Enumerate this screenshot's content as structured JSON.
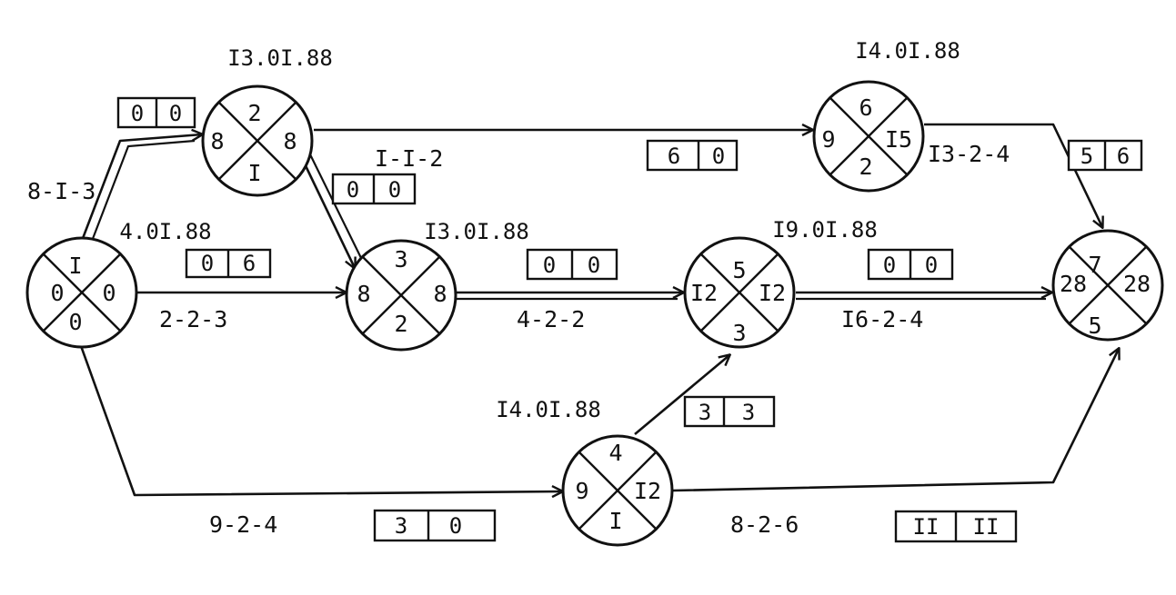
{
  "nodes": [
    {
      "id": "n1",
      "top": "I",
      "left": "0",
      "right": "0",
      "bottom": "0",
      "date": ""
    },
    {
      "id": "n2",
      "top": "2",
      "left": "8",
      "right": "8",
      "bottom": "I",
      "date": "I3.0I.88"
    },
    {
      "id": "n3",
      "top": "3",
      "left": "8",
      "right": "8",
      "bottom": "2",
      "date": "I3.0I.88"
    },
    {
      "id": "n4",
      "top": "4",
      "left": "9",
      "right": "I2",
      "bottom": "I",
      "date": "I4.0I.88"
    },
    {
      "id": "n5",
      "top": "5",
      "left": "I2",
      "right": "I2",
      "bottom": "3",
      "date": "I9.0I.88"
    },
    {
      "id": "n6",
      "top": "6",
      "left": "9",
      "right": "I5",
      "bottom": "2",
      "date": "I4.0I.88"
    },
    {
      "id": "n7",
      "top": "7",
      "left": "28",
      "right": "28",
      "bottom": "5",
      "date": ""
    }
  ],
  "edges": [
    {
      "id": "e12",
      "label": "8-I-3",
      "box": [
        "0",
        "0"
      ],
      "critical": true
    },
    {
      "id": "e13",
      "label": "2-2-3",
      "box": [
        "0",
        "6"
      ],
      "critical": false,
      "date": "4.0I.88"
    },
    {
      "id": "e14",
      "label": "9-2-4",
      "box": [
        "3",
        "0"
      ],
      "critical": false
    },
    {
      "id": "e23",
      "label": "I-I-2",
      "box": [
        "0",
        "0"
      ],
      "critical": true
    },
    {
      "id": "e26",
      "label": "",
      "box": [
        "6",
        "0"
      ],
      "critical": false
    },
    {
      "id": "e35",
      "label": "4-2-2",
      "box": [
        "0",
        "0"
      ],
      "critical": true
    },
    {
      "id": "e45",
      "label": "",
      "box": [
        "3",
        "3"
      ],
      "critical": false
    },
    {
      "id": "e47",
      "label": "8-2-6",
      "box": [
        "II",
        "II"
      ],
      "critical": false
    },
    {
      "id": "e57",
      "label": "I6-2-4",
      "box": [
        "0",
        "0"
      ],
      "critical": true
    },
    {
      "id": "e67",
      "label": "I3-2-4",
      "box": [
        "5",
        "6"
      ],
      "critical": false
    }
  ]
}
